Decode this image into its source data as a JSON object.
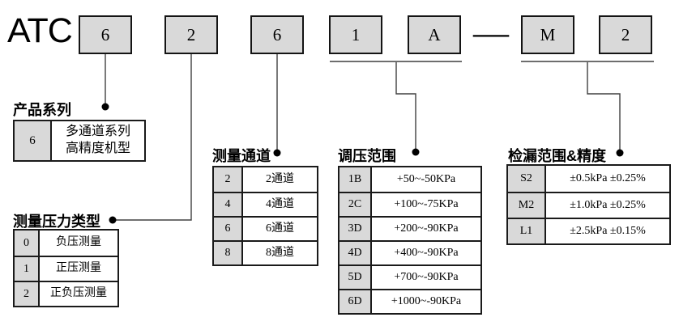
{
  "code": {
    "prefix": "ATC",
    "boxes": [
      "6",
      "2",
      "6",
      "1",
      "A",
      "M",
      "2"
    ],
    "separator": "—"
  },
  "colors": {
    "box_fill": "#d9d9d9",
    "border": "#1a1a1a",
    "connector": "#404040"
  },
  "sections": [
    {
      "id": "series",
      "title": "产品系列",
      "rows": [
        {
          "code": "6",
          "desc": "多通道系列\n高精度机型"
        }
      ]
    },
    {
      "id": "pressure-type",
      "title": "测量压力类型",
      "rows": [
        {
          "code": "0",
          "desc": "负压测量"
        },
        {
          "code": "1",
          "desc": "正压测量"
        },
        {
          "code": "2",
          "desc": "正负压测量"
        }
      ]
    },
    {
      "id": "channels",
      "title": "测量通道",
      "rows": [
        {
          "code": "2",
          "desc": "2通道"
        },
        {
          "code": "4",
          "desc": "4通道"
        },
        {
          "code": "6",
          "desc": "6通道"
        },
        {
          "code": "8",
          "desc": "8通道"
        }
      ]
    },
    {
      "id": "regulation-range",
      "title": "调压范围",
      "rows": [
        {
          "code": "1B",
          "desc": "+50~-50KPa"
        },
        {
          "code": "2C",
          "desc": "+100~-75KPa"
        },
        {
          "code": "3D",
          "desc": "+200~-90KPa"
        },
        {
          "code": "4D",
          "desc": "+400~-90KPa"
        },
        {
          "code": "5D",
          "desc": "+700~-90KPa"
        },
        {
          "code": "6D",
          "desc": "+1000~-90KPa"
        }
      ]
    },
    {
      "id": "leak-range",
      "title": "检漏范围&精度",
      "rows": [
        {
          "code": "S2",
          "desc": "±0.5kPa ±0.25%"
        },
        {
          "code": "M2",
          "desc": "±1.0kPa ±0.25%"
        },
        {
          "code": "L1",
          "desc": "±2.5kPa ±0.15%"
        }
      ]
    }
  ]
}
